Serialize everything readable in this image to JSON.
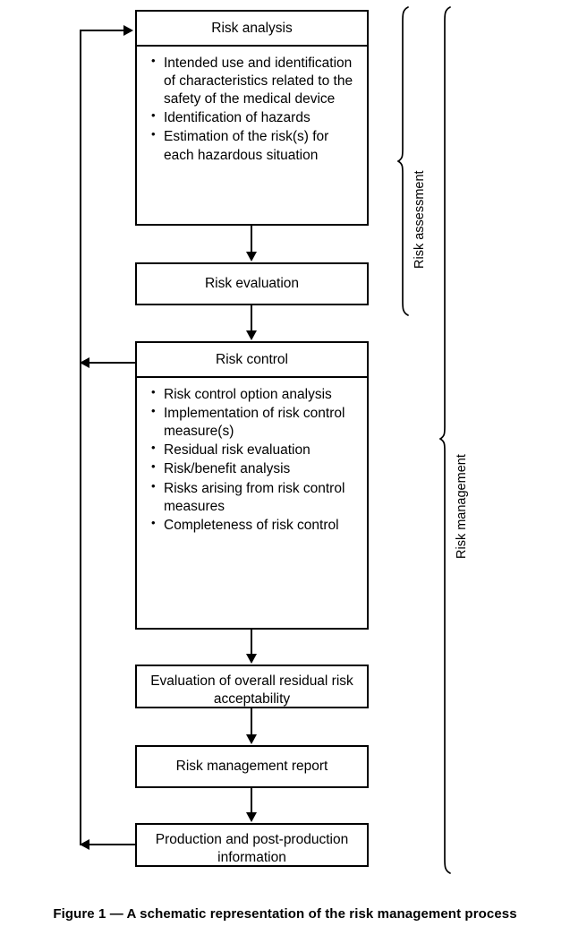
{
  "figure": {
    "caption": "Figure 1 — A schematic representation of the risk management process",
    "stroke_color": "#000000",
    "background_color": "#ffffff"
  },
  "nodes": [
    {
      "id": "risk-analysis",
      "title": "Risk analysis",
      "items": [
        "Intended use and identification of characteristics related to the safety of the medical device",
        "Identification of hazards",
        "Estimation of the risk(s) for each hazardous situation"
      ]
    },
    {
      "id": "risk-evaluation",
      "title": "Risk evaluation",
      "items": []
    },
    {
      "id": "risk-control",
      "title": "Risk control",
      "items": [
        "Risk control option analysis",
        "Implementation of risk control measure(s)",
        "Residual risk evaluation",
        "Risk/benefit analysis",
        "Risks arising from risk control measures",
        "Completeness of risk control"
      ]
    },
    {
      "id": "evaluation-overall-residual",
      "title": "Evaluation of overall residual risk acceptability",
      "items": []
    },
    {
      "id": "risk-management-report",
      "title": "Risk management report",
      "items": []
    },
    {
      "id": "production-post-production",
      "title": "Production and post-production information",
      "items": []
    }
  ],
  "braces": [
    {
      "id": "risk-assessment",
      "label": "Risk assessment",
      "spans": [
        "risk-analysis",
        "risk-evaluation"
      ]
    },
    {
      "id": "risk-management",
      "label": "Risk management",
      "spans": [
        "risk-analysis",
        "production-post-production"
      ]
    }
  ],
  "connectors": [
    {
      "from": "risk-analysis",
      "to": "risk-evaluation",
      "direction": "down"
    },
    {
      "from": "risk-evaluation",
      "to": "risk-control",
      "direction": "down"
    },
    {
      "from": "risk-control",
      "to": "evaluation-overall-residual",
      "direction": "down"
    },
    {
      "from": "evaluation-overall-residual",
      "to": "risk-management-report",
      "direction": "down"
    },
    {
      "from": "risk-management-report",
      "to": "production-post-production",
      "direction": "down"
    },
    {
      "from": "feedback-spine",
      "to": "risk-analysis",
      "direction": "right"
    },
    {
      "from": "risk-control",
      "to": "feedback-spine",
      "direction": "left"
    },
    {
      "from": "production-post-production",
      "to": "feedback-spine",
      "direction": "left"
    }
  ]
}
